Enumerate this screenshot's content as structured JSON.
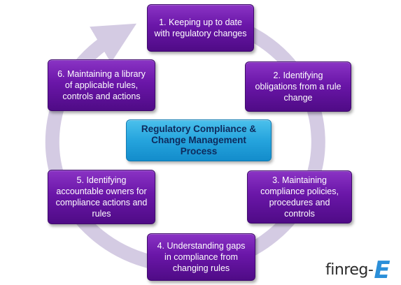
{
  "diagram": {
    "center_title": "Regulatory Compliance & Change Management Process",
    "steps": [
      {
        "label": "1. Keeping up to date with regulatory changes"
      },
      {
        "label": "2. Identifying obligations from a rule change"
      },
      {
        "label": "3. Maintaining compliance policies, procedures and controls"
      },
      {
        "label": "4. Understanding gaps in compliance from changing rules"
      },
      {
        "label": "5. Identifying accountable owners for compliance actions and rules"
      },
      {
        "label": "6. Maintaining a library of applicable rules, controls and actions"
      }
    ]
  },
  "logo": {
    "text": "finreg-",
    "mark": "E"
  },
  "colors": {
    "step_box": "#6a16a8",
    "center_box": "#25a4dd",
    "ring": "#d4cbe3",
    "logo_mark": "#2b8fd9"
  }
}
